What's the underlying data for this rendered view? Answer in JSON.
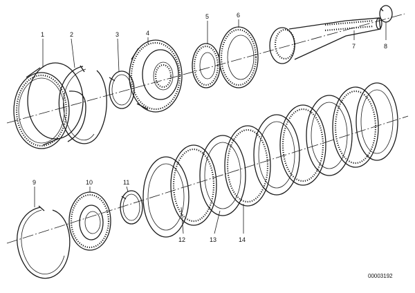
{
  "parts": [
    {
      "id": "1",
      "label": "1"
    },
    {
      "id": "2",
      "label": "2"
    },
    {
      "id": "3",
      "label": "3"
    },
    {
      "id": "4",
      "label": "4"
    },
    {
      "id": "5",
      "label": "5"
    },
    {
      "id": "6",
      "label": "6"
    },
    {
      "id": "7",
      "label": "7"
    },
    {
      "id": "8",
      "label": "8"
    },
    {
      "id": "9",
      "label": "9"
    },
    {
      "id": "10",
      "label": "10"
    },
    {
      "id": "11",
      "label": "11"
    },
    {
      "id": "12",
      "label": "12"
    },
    {
      "id": "13",
      "label": "13"
    },
    {
      "id": "14",
      "label": "14"
    }
  ],
  "document_number": "00003192"
}
